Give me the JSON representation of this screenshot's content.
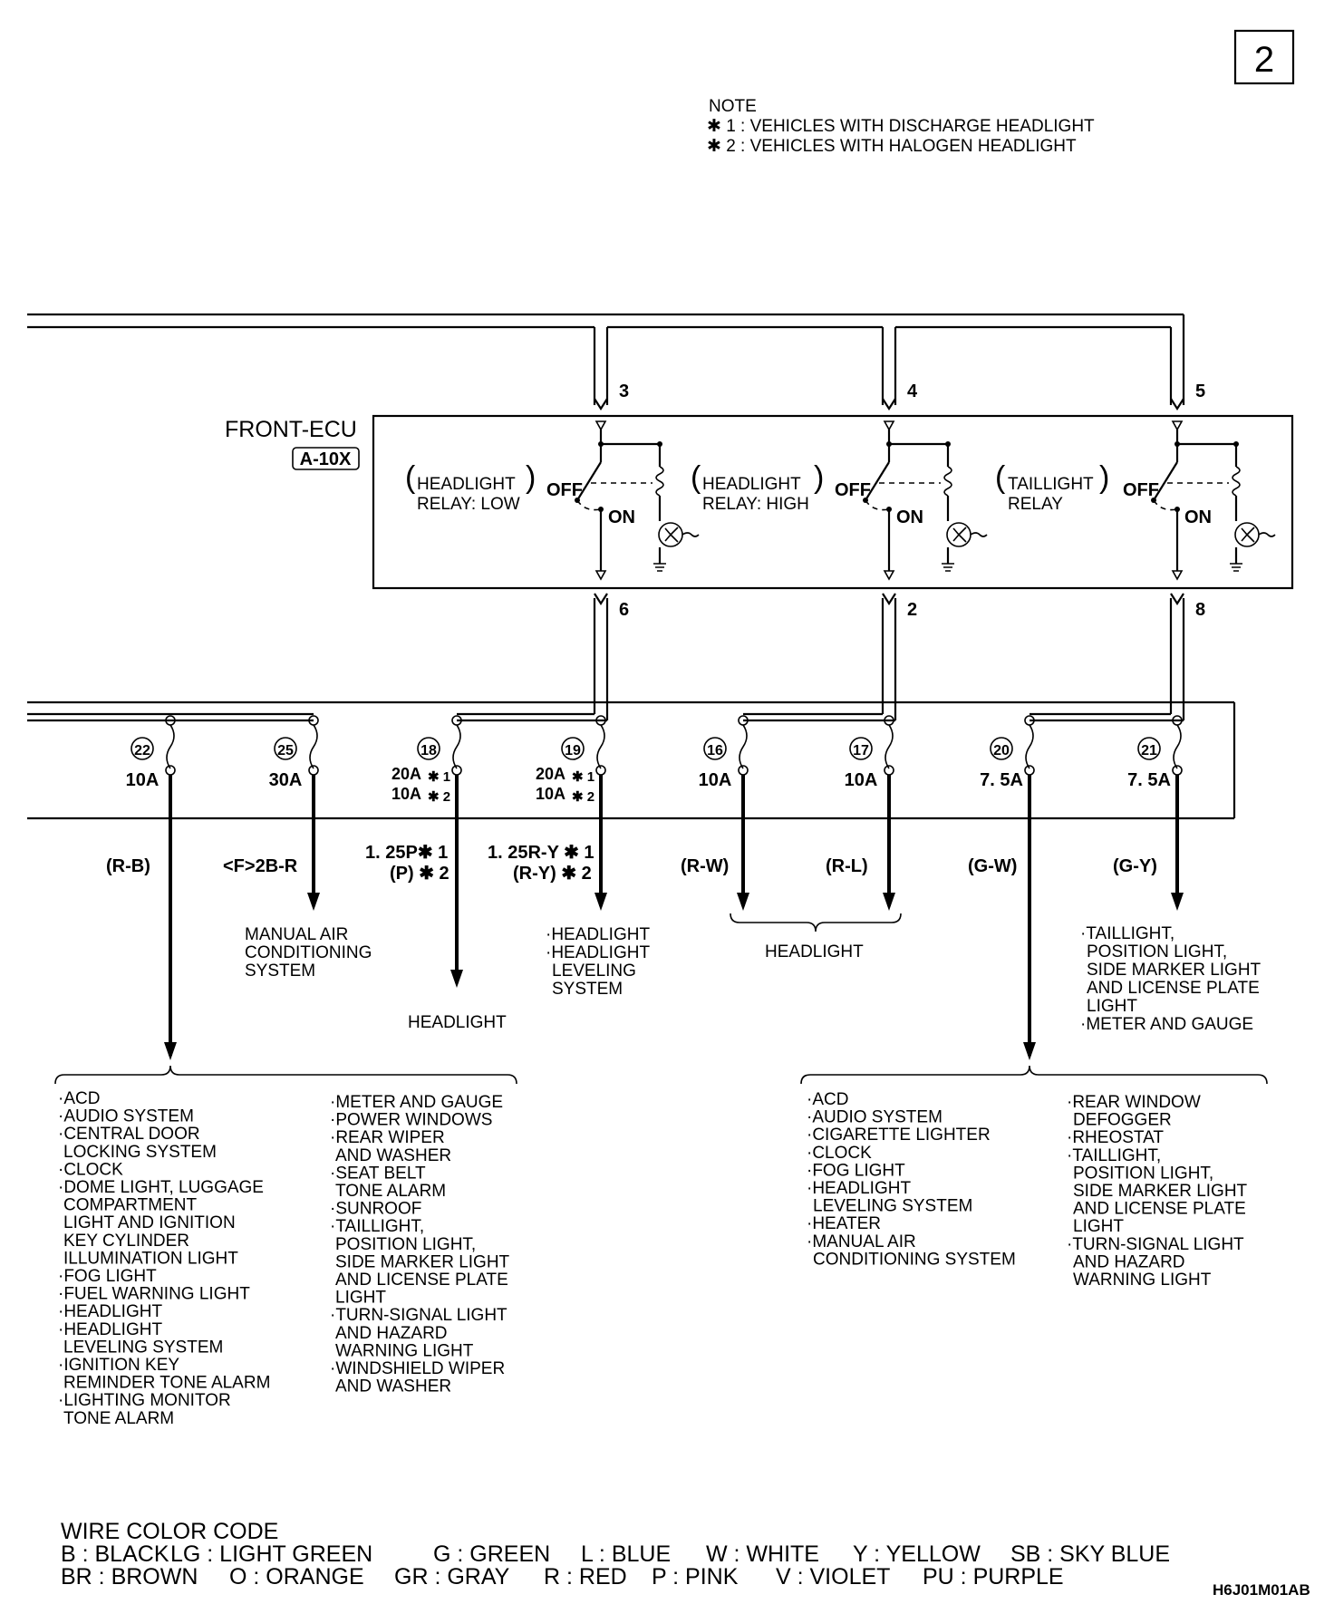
{
  "page_number": "2",
  "note": {
    "title": "NOTE",
    "line1": "✱ 1 : VEHICLES WITH DISCHARGE HEADLIGHT",
    "line2": "✱ 2 : VEHICLES WITH HALOGEN HEADLIGHT"
  },
  "ecu": {
    "name": "FRONT-ECU",
    "connector": "A-10X",
    "relays": [
      {
        "label1": "HEADLIGHT",
        "label2": "RELAY: LOW",
        "in_pin": "3",
        "out_pin": "6"
      },
      {
        "label1": "HEADLIGHT",
        "label2": "RELAY: HIGH",
        "in_pin": "4",
        "out_pin": "2"
      },
      {
        "label1": "TAILLIGHT",
        "label2": "RELAY",
        "in_pin": "5",
        "out_pin": "8"
      }
    ],
    "off_label": "OFF",
    "on_label": "ON"
  },
  "fuses": [
    {
      "num": "22",
      "rating": "10A"
    },
    {
      "num": "25",
      "rating": "30A"
    },
    {
      "num": "18",
      "rating": "20A",
      "rating2": "10A",
      "mark1": "✱ 1",
      "mark2": "✱ 2"
    },
    {
      "num": "19",
      "rating": "20A",
      "rating2": "10A",
      "mark1": "✱ 1",
      "mark2": "✱ 2"
    },
    {
      "num": "16",
      "rating": "10A"
    },
    {
      "num": "17",
      "rating": "10A"
    },
    {
      "num": "20",
      "rating": "7. 5A"
    },
    {
      "num": "21",
      "rating": "7. 5A"
    }
  ],
  "wires": {
    "w22": "(R-B)",
    "w25": "<F>2B-R",
    "w18a": "1. 25P✱ 1",
    "w18b": "(P) ✱ 2",
    "w19a": "1. 25R-Y ✱ 1",
    "w19b": "(R-Y) ✱ 2",
    "w16": "(R-W)",
    "w17": "(R-L)",
    "w20": "(G-W)",
    "w21": "(G-Y)"
  },
  "destinations": {
    "manual_ac": [
      "MANUAL AIR",
      "CONDITIONING",
      "SYSTEM"
    ],
    "headlight_18": "HEADLIGHT",
    "headlight_19": [
      "·HEADLIGHT",
      "·HEADLIGHT",
      "LEVELING",
      "SYSTEM"
    ],
    "headlight_16_17": "HEADLIGHT",
    "taillight_21": [
      "·TAILLIGHT,",
      "POSITION LIGHT,",
      "SIDE MARKER LIGHT",
      "AND LICENSE PLATE",
      "LIGHT",
      "·METER AND GAUGE"
    ],
    "list22_col1": [
      "·ACD",
      "·AUDIO SYSTEM",
      "·CENTRAL DOOR",
      "LOCKING SYSTEM",
      "·CLOCK",
      "·DOME LIGHT, LUGGAGE",
      "COMPARTMENT",
      "LIGHT AND IGNITION",
      "KEY CYLINDER",
      "ILLUMINATION LIGHT",
      "·FOG LIGHT",
      "·FUEL WARNING LIGHT",
      "·HEADLIGHT",
      "·HEADLIGHT",
      "LEVELING SYSTEM",
      "·IGNITION KEY",
      "REMINDER TONE ALARM",
      "·LIGHTING MONITOR",
      "TONE ALARM"
    ],
    "list22_col2": [
      "·METER AND GAUGE",
      "·POWER WINDOWS",
      "·REAR WIPER",
      "AND WASHER",
      "·SEAT BELT",
      "TONE ALARM",
      "·SUNROOF",
      "·TAILLIGHT,",
      "POSITION LIGHT,",
      "SIDE MARKER LIGHT",
      "AND LICENSE PLATE",
      "LIGHT",
      "·TURN-SIGNAL LIGHT",
      "AND HAZARD",
      "WARNING LIGHT",
      "·WINDSHIELD WIPER",
      "AND WASHER"
    ],
    "list20_col1": [
      "·ACD",
      "·AUDIO SYSTEM",
      "·CIGARETTE LIGHTER",
      "·CLOCK",
      "·FOG LIGHT",
      "·HEADLIGHT",
      "LEVELING SYSTEM",
      "·HEATER",
      "·MANUAL AIR",
      "CONDITIONING SYSTEM"
    ],
    "list20_col2": [
      "·REAR WINDOW",
      "DEFOGGER",
      "·RHEOSTAT",
      "·TAILLIGHT,",
      "POSITION LIGHT,",
      "SIDE MARKER LIGHT",
      "AND LICENSE PLATE",
      "LIGHT",
      "·TURN-SIGNAL LIGHT",
      "AND HAZARD",
      "WARNING LIGHT"
    ]
  },
  "color_code": {
    "title": "WIRE COLOR CODE",
    "row1": [
      "B : BLACK",
      "LG : LIGHT GREEN",
      "G : GREEN",
      "L : BLUE",
      "W : WHITE",
      "Y : YELLOW",
      "SB : SKY BLUE"
    ],
    "row2": [
      "BR : BROWN",
      "O : ORANGE",
      "GR : GRAY",
      "R : RED",
      "P : PINK",
      "V : VIOLET",
      "PU : PURPLE"
    ]
  },
  "figure_id": "H6J01M01AB"
}
